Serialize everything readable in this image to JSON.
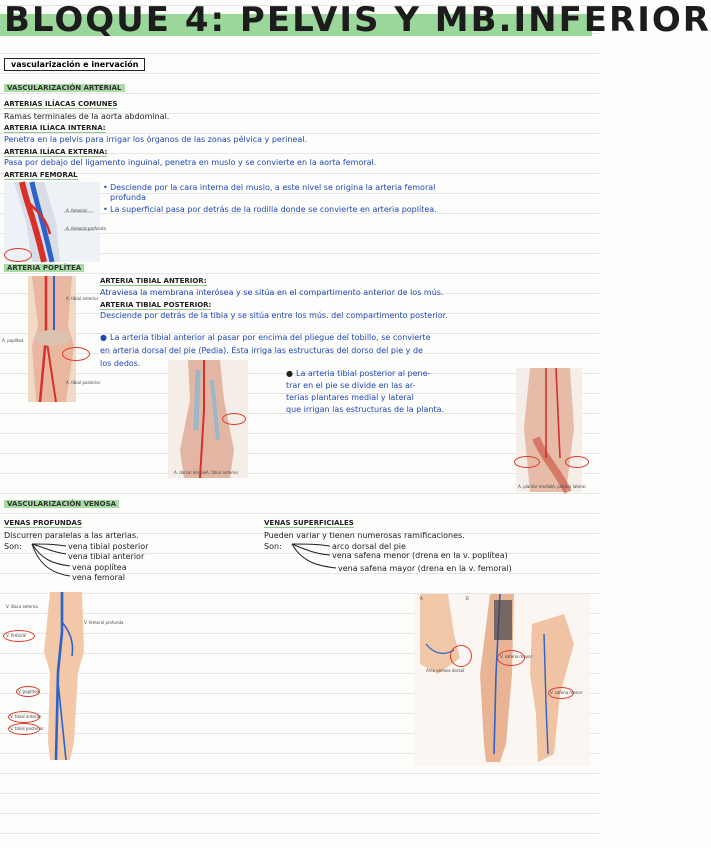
{
  "title": "BLOQUE 4: PELVIS Y MB.INFERIOR",
  "section_box": "vascularización e inervación",
  "arterial": {
    "heading": "VASCULARIZACIÓN ARTERIAL",
    "iliacas_comunes": {
      "heading": "ARTERIAS ILÍACAS COMUNES",
      "text": "Ramas terminales de la aorta abdominal."
    },
    "iliaca_interna": {
      "heading": "ARTERIA ILÍACA INTERNA:",
      "text": "Penetra en la pelvis para irrigar los órganos de las zonas pélvica y perineal."
    },
    "iliaca_externa": {
      "heading": "ARTERIA ILÍACA EXTERNA:",
      "text": "Pasa por debajo del ligamento inguinal, penetra en muslo y se convierte en la aorta femoral."
    },
    "femoral": {
      "heading": "ARTERIA FEMORAL",
      "b1_line1": "Desciende por la cara interna del muslo, a este nivel se origina la arteria femoral",
      "b1_line2": "profunda",
      "b2": "La superficial pasa por detrás de la rodilla donde se convierte en arteria poplítea."
    },
    "poplitea": {
      "heading": "ARTERIA POPLÍTEA"
    },
    "tibial_anterior": {
      "heading": "ARTERIA TIBIAL ANTERIOR:",
      "text": "Atraviesa la membrana interósea y se sitúa en el compartimento anterior de los mús."
    },
    "tibial_posterior": {
      "heading": "ARTERIA TIBIAL POSTERIOR:",
      "text": "Desciende por detrás de la tibia y se sitúa entre los mús. del compartimento posterior."
    },
    "bullet_anterior_l1": "La arteria tibial anterior al pasar por encima del pliegue del tobillo, se convierte",
    "bullet_anterior_l2": "en arteria dorsal del pie (Pedia). Ésta irriga las estructuras del dorso del pie y de",
    "bullet_anterior_l3": "los dedos.",
    "bullet_posterior_l1": "La arteria tibial posterior al pene-",
    "bullet_posterior_l2": "trar en el pie se divide en las ar-",
    "bullet_posterior_l3": "terias plantares medial y lateral",
    "bullet_posterior_l4": "que irrigan las estructuras de la planta."
  },
  "venosa": {
    "heading": "VASCULARIZACIÓN VENOSA",
    "profundas": {
      "heading": "VENAS PROFUNDAS",
      "text": "Discurren paralelas a las arterias.",
      "son": "Son:",
      "items": [
        "vena tibial posterior",
        "vena tibial anterior",
        "vena poplítea",
        "vena femoral"
      ]
    },
    "superficiales": {
      "heading": "VENAS SUPERFICIALES",
      "text": "Pueden variar y tienen numerosas ramificaciones.",
      "son": "Son:",
      "items": [
        "arco dorsal del pie",
        "vena safena menor (drena en la v. poplítea)",
        "vena safena mayor (drena en la v. femoral)"
      ]
    }
  },
  "fig_labels": {
    "femoral_img": [
      "A. femoral",
      "A. femoral profunda"
    ],
    "popliteal_img": [
      "A. poplítea",
      "A. tibial anterior",
      "A. tibial posterior"
    ],
    "foot_dorsal": [
      "A. dorsal del pie",
      "A. tibial anterior"
    ],
    "foot_plantar": [
      "A. plantar medial",
      "A. plantar lateral"
    ],
    "deep_veins": [
      "V. ilíaca externa",
      "V. femoral",
      "V. femoral profunda",
      "V. poplítea",
      "V. tibial anterior",
      "V. tibial posterior"
    ],
    "superficial_veins": [
      "A",
      "B",
      "Arco venoso dorsal",
      "V. safena mayor",
      "V. safena menor"
    ]
  },
  "colors": {
    "highlight": "#a9dca4",
    "title_highlight": "#9bd79a",
    "blue_text": "#1f47b8",
    "artery": "#d6302a",
    "vein": "#2c63c9",
    "circle": "#e0392b"
  }
}
